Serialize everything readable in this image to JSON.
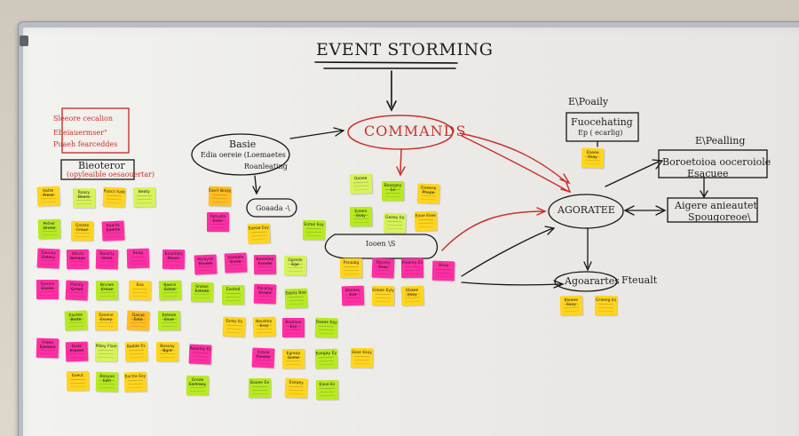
{
  "board": {
    "title": "EVENT STORMING",
    "commands": "COMMANDS",
    "aggregate": "AGORATEE",
    "aggregates": "Agoarartes",
    "frame_label": "Fteualt",
    "left_lines": [
      "Sleeore cecalion",
      "Ebeiauermser\"",
      "Puaeh fearceddes"
    ],
    "left_label": "Bieoteror",
    "left_subtext": "(opyleaible oesaouertar)",
    "ellipse_text_1": "Basie",
    "ellipse_text_2": "Edia oereie (Loemaetes",
    "ellipse_text_3": "Roanleating",
    "goal_text": "Goaada -\\",
    "bubble_text": "Iooen \\S",
    "top_right_1": "E\\Poaily",
    "top_right_box_1": "Fuocehating",
    "top_right_box_2": "Ep ( ecarlig)",
    "top_right_2": "E\\Pealling",
    "right_box_1_line_1": "Boroetoioa ooceroiole",
    "right_box_1_line_2": "Esacuee",
    "right_box_2_line_1": "Aigere anieautet",
    "right_box_2_line_2": "Spougoreoe\\"
  },
  "notes": [
    {
      "color": "yellow",
      "text": "Eatte\nPrese"
    },
    {
      "color": "lime",
      "text": "Roasy\nBearo"
    },
    {
      "color": "yellow",
      "text": "Puocs\nSale"
    },
    {
      "color": "lime",
      "text": "Beaty"
    },
    {
      "color": "orange",
      "text": "Eavir\nBrote"
    },
    {
      "color": "green",
      "text": "Petrer\nDrone"
    },
    {
      "color": "yellow",
      "text": "Greate\nCroue"
    },
    {
      "color": "pink",
      "text": "Baarte\nEaerce"
    },
    {
      "color": "pink",
      "text": "Rotuate\nEstor"
    },
    {
      "color": "pink",
      "text": "Eaouay\nEetory"
    },
    {
      "color": "pink",
      "text": "Sttoro\nBenage"
    },
    {
      "color": "pink",
      "text": "Baotrty\nGrost"
    },
    {
      "color": "pink",
      "text": "Beag"
    },
    {
      "color": "pink",
      "text": "Eeaotate\nBsoec"
    },
    {
      "color": "pink",
      "text": "Rerayse\nBruees"
    },
    {
      "color": "pink",
      "text": "Sueare\nEsone"
    },
    {
      "color": "pink",
      "text": "Preofiy\nGroeh"
    },
    {
      "color": "green",
      "text": "Brcoes\nEroue"
    },
    {
      "color": "yellow",
      "text": "Eoa"
    },
    {
      "color": "green",
      "text": "Baece\nEstoe"
    },
    {
      "color": "green",
      "text": "Sratoe\nEstrote"
    },
    {
      "color": "green",
      "text": "Eavtoe\nBrote"
    },
    {
      "color": "yellow",
      "text": "Eesene\nEsvey"
    },
    {
      "color": "orange",
      "text": "Gasae\nEote"
    },
    {
      "color": "green",
      "text": "Eeteoe\nEsoe"
    },
    {
      "color": "pink",
      "text": "Ftebe\nEgesore"
    },
    {
      "color": "pink",
      "text": "Ebde\nEsaees"
    },
    {
      "color": "lime",
      "text": "Pibey\nFlaie"
    },
    {
      "color": "yellow",
      "text": "Badde\nEs"
    },
    {
      "color": "yellow",
      "text": "Beesay\nBgnt"
    },
    {
      "color": "pink",
      "text": "Reaelay\nEs"
    },
    {
      "color": "yellow",
      "text": "Eoeut"
    },
    {
      "color": "green",
      "text": "Beayoe\nEdrt"
    },
    {
      "color": "yellow",
      "text": "Eectre\nEsy"
    },
    {
      "color": "green",
      "text": "Grede\nEsctraey"
    },
    {
      "color": "pink",
      "text": "Saeeale\nEscte"
    },
    {
      "color": "green",
      "text": "Eooted"
    },
    {
      "color": "yellow",
      "text": "Esrey\nEs"
    },
    {
      "color": "pink",
      "text": "Beeedep\nEsnote"
    },
    {
      "color": "pink",
      "text": "Pacorey\nEsrate"
    },
    {
      "color": "yellow",
      "text": "Beostey\nEroy"
    },
    {
      "color": "lime",
      "text": "Ggrede\nEge"
    },
    {
      "color": "green",
      "text": "Eepsy\nBoe"
    },
    {
      "color": "pink",
      "text": "Bealaue\nEsy"
    },
    {
      "color": "pink",
      "text": "Eosoe\nEsoate"
    },
    {
      "color": "yellow",
      "text": "Egreay\nSome"
    },
    {
      "color": "green",
      "text": "Daeoe\nEey"
    },
    {
      "color": "green",
      "text": "Eoegay\nEy"
    },
    {
      "color": "yellow",
      "text": "Esoe\nEsoy"
    },
    {
      "color": "lime",
      "text": "Gooee"
    },
    {
      "color": "green",
      "text": "Boeegey\nEe"
    },
    {
      "color": "yellow",
      "text": "Doeene\nPhope"
    },
    {
      "color": "green",
      "text": "Eoeen\nEsay"
    },
    {
      "color": "lime",
      "text": "Gaoey\nEe"
    },
    {
      "color": "yellow",
      "text": "Eooe\nEsee"
    },
    {
      "color": "green",
      "text": "Eoree\nEoy"
    },
    {
      "color": "yellow",
      "text": "Eoeoe\nEsy"
    },
    {
      "color": "yellow",
      "text": "Psnaalg"
    },
    {
      "color": "pink",
      "text": "Bpcete\nEsay"
    },
    {
      "color": "pink",
      "text": "Frearey\nEs"
    },
    {
      "color": "pink",
      "text": "Rsoa"
    },
    {
      "color": "pink",
      "text": "Beoeey\nEos"
    },
    {
      "color": "yellow",
      "text": "Eoooe\nEyly"
    },
    {
      "color": "yellow",
      "text": "Ebaee\nEsoy"
    },
    {
      "color": "green",
      "text": "Baoee\nEe"
    },
    {
      "color": "yellow",
      "text": "Eseaey"
    },
    {
      "color": "green",
      "text": "Eaoe\nEs"
    },
    {
      "color": "yellow",
      "text": "Eoeee\nEsay"
    },
    {
      "color": "yellow",
      "text": "Bleaee\nEsoy"
    },
    {
      "color": "yellow",
      "text": "Graeeg\nEs"
    },
    {
      "color": "lime",
      "text": "Boeee\nEr"
    },
    {
      "color": "green",
      "text": "Dpeeate\nEsoy"
    },
    {
      "color": "lime",
      "text": "Eoaeet\nEge"
    },
    {
      "color": "yellow",
      "text": "Eagree"
    },
    {
      "color": "yellow",
      "text": "Eoueeee\nEs"
    },
    {
      "color": "lime",
      "text": "Eecteer\nSy"
    },
    {
      "color": "green",
      "text": "Peoeee\nEs"
    },
    {
      "color": "yellow",
      "text": "Eoaee\nEeeee"
    },
    {
      "color": "green",
      "text": "Eooee\nEy"
    },
    {
      "color": "lime",
      "text": "Gpeere\nEese"
    },
    {
      "color": "green",
      "text": "Eeeoe\nEy"
    },
    {
      "color": "yellow",
      "text": "Pooyee\nEs"
    },
    {
      "color": "lime",
      "text": "Boeee\nE"
    },
    {
      "color": "yellow",
      "text": "Ebaee\nEesy"
    }
  ]
}
